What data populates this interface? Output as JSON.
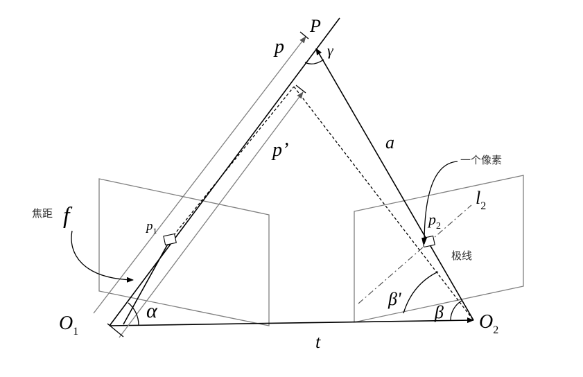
{
  "labels": {
    "P": "P",
    "p": "p",
    "gamma": "γ",
    "a": "a",
    "p_prime": "p’",
    "one_pixel": "一个像素",
    "l": "l",
    "l_sub": "2",
    "focal_cn": "焦距",
    "f": "f",
    "p1": "p",
    "p1_sub": "1",
    "p2": "p",
    "p2_sub": "2",
    "epipolar_cn": "极线",
    "beta_prime": "β'",
    "beta": "β",
    "alpha": "α",
    "O1": "O",
    "O1_sub": "1",
    "O2": "O",
    "O2_sub": "2",
    "t": "t"
  },
  "colors": {
    "ink": "#000000",
    "plane": "#7f7f7f",
    "guide": "#555555"
  }
}
